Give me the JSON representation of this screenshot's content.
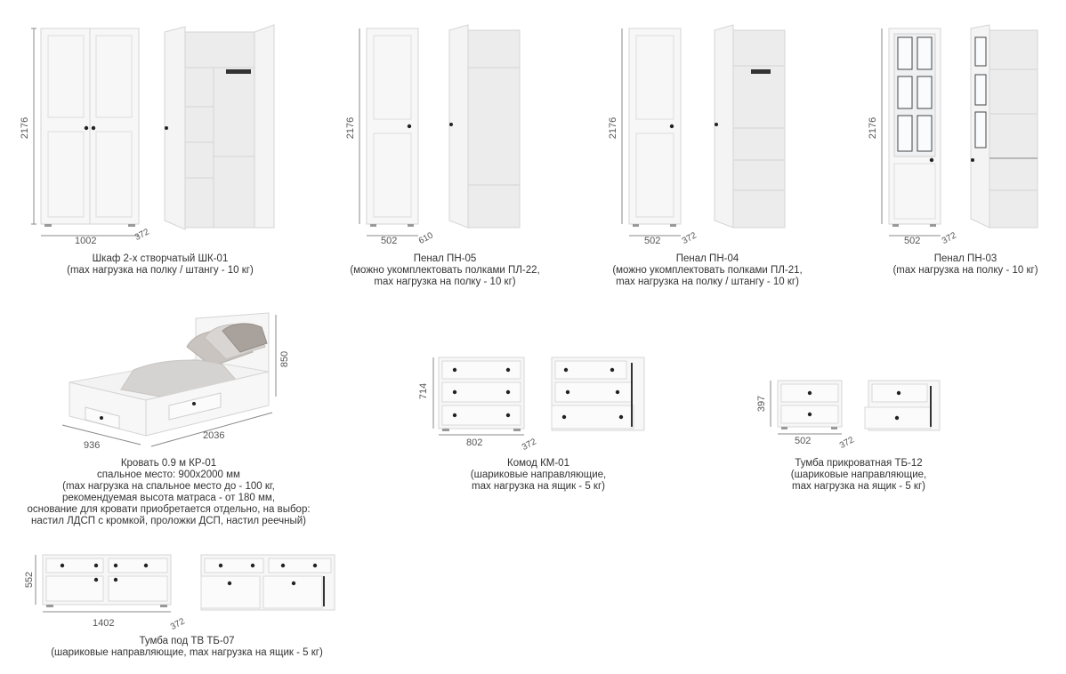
{
  "items": {
    "shk01": {
      "dims": {
        "height": "2176",
        "width": "1002",
        "depth": "372"
      },
      "caption": [
        "Шкаф 2-х створчатый ШК-01",
        "(max нагрузка на полку / штангу - 10 кг)"
      ]
    },
    "pn05": {
      "dims": {
        "height": "2176",
        "width": "502",
        "depth": "610"
      },
      "caption": [
        "Пенал ПН-05",
        "(можно укомплектовать полками ПЛ-22,",
        "max нагрузка на полку - 10 кг)"
      ]
    },
    "pn04": {
      "dims": {
        "height": "2176",
        "width": "502",
        "depth": "372"
      },
      "caption": [
        "Пенал ПН-04",
        "(можно укомплектовать полками ПЛ-21,",
        "max нагрузка на полку / штангу - 10 кг)"
      ]
    },
    "pn03": {
      "dims": {
        "height": "2176",
        "width": "502",
        "depth": "372"
      },
      "caption": [
        "Пенал ПН-03",
        "(max нагрузка на полку - 10 кг)"
      ]
    },
    "kr01": {
      "dims": {
        "height": "850",
        "width": "936",
        "length": "2036"
      },
      "caption": [
        "Кровать 0.9 м КР-01",
        "спальное место: 900х2000 мм",
        "(max нагрузка на спальное место до - 100 кг,",
        "рекомендуемая высота матраса - от 180 мм,",
        "основание для кровати приобретается отдельно, на выбор:",
        "настил ЛДСП с кромкой, проложки ДСП, настил реечный)"
      ]
    },
    "km01": {
      "dims": {
        "height": "714",
        "width": "802",
        "depth": "372"
      },
      "caption": [
        "Комод КМ-01",
        "(шариковые направляющие,",
        "max нагрузка на ящик - 5 кг)"
      ]
    },
    "tb12": {
      "dims": {
        "height": "397",
        "width": "502",
        "depth": "372"
      },
      "caption": [
        "Тумба прикроватная ТБ-12",
        "(шариковые направляющие,",
        "max нагрузка на ящик - 5 кг)"
      ]
    },
    "tb07": {
      "dims": {
        "height": "552",
        "width": "1402",
        "depth": "372"
      },
      "caption": [
        "Тумба под ТВ ТБ-07",
        "(шариковые направляющие, max нагрузка на ящик - 5 кг)"
      ]
    }
  },
  "colors": {
    "panel": "#f7f7f7",
    "edge": "#d4d4d4",
    "handle": "#222222",
    "interior": "#ececec"
  }
}
